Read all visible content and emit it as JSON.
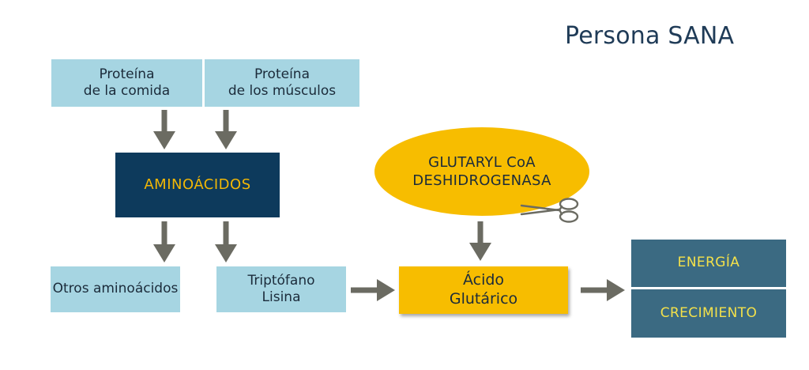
{
  "title": "Persona SANA",
  "nodes": {
    "protein_food": {
      "line1": "Proteína",
      "line2": "de la comida"
    },
    "protein_muscle": {
      "line1": "Proteína",
      "line2": "de los músculos"
    },
    "amino_acids": {
      "label": "AMINOÁCIDOS"
    },
    "enzyme": {
      "line1": "GLUTARYL CoA",
      "line2": "DESHIDROGENASA"
    },
    "other_amino": {
      "label": "Otros aminoácidos"
    },
    "trp_lys": {
      "line1": "Triptófano",
      "line2": "Lisina"
    },
    "glutaric_acid": {
      "line1": "Ácido",
      "line2": "Glutárico"
    },
    "energy": {
      "label": "ENERGÍA"
    },
    "growth": {
      "label": "CRECIMIENTO"
    }
  },
  "colors": {
    "light_blue": "#a6d5e2",
    "navy": "#0d3a5c",
    "yellow": "#f7bd00",
    "teal": "#3b6a82",
    "arrow": "#6b6b62"
  },
  "icons": [
    "arrow-down-icon",
    "arrow-right-icon",
    "scissors-icon"
  ]
}
